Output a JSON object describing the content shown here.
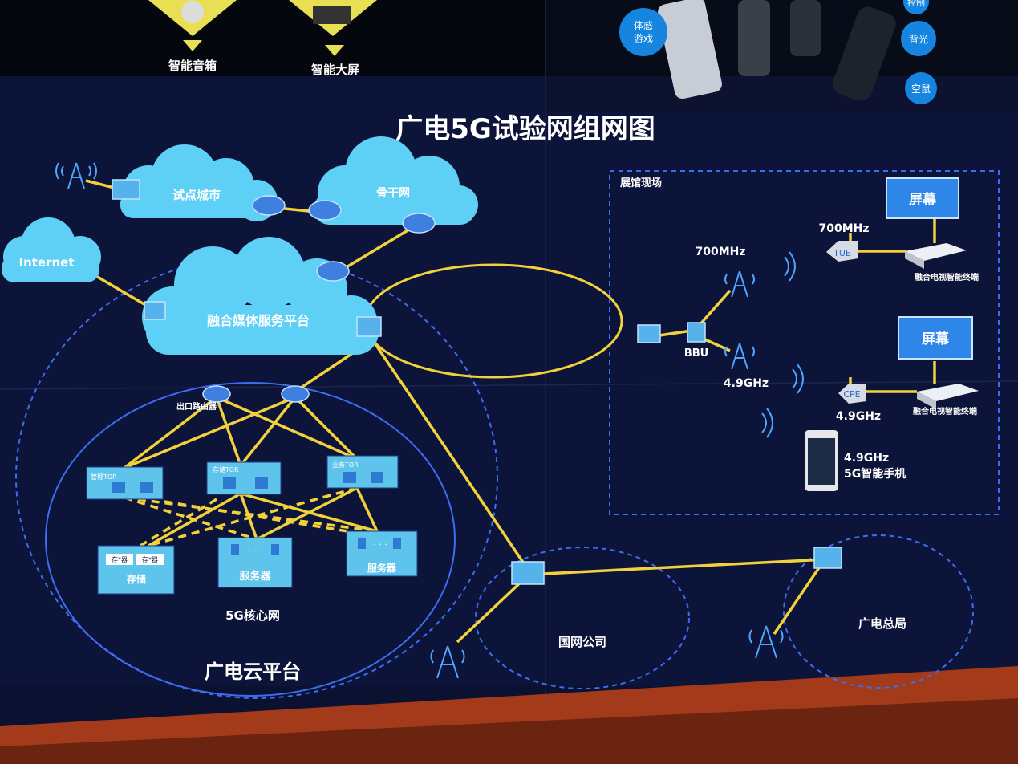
{
  "top_strip": {
    "left_items": [
      "智能音箱",
      "智能大屏"
    ],
    "right_items": [
      "体感\n游戏",
      "背光",
      "空鼠",
      "控制"
    ]
  },
  "title": "广电5G试验网组网图",
  "clouds": {
    "pilot_city": "试点城市",
    "backbone": "骨干网",
    "internet": "Internet",
    "media_platform": "融合媒体服务平台"
  },
  "core": {
    "exit_router": "出口路由器",
    "tor_mgmt": "管理TOR",
    "tor_storage": "存储TOR",
    "tor_business": "业务TOR",
    "storage": "存储",
    "storage_cells": [
      "存*器",
      "存*器"
    ],
    "server_1": "服务器",
    "server_2": "服务器",
    "core_net": "5G核心网",
    "cloud_platform": "广电云平台",
    "dots": "· · ·"
  },
  "exhibition": {
    "label": "展馆现场",
    "bbu": "BBU",
    "freq_700": "700MHz",
    "freq_700_2": "700MHz",
    "freq_49": "4.9GHz",
    "freq_49_cpe": "4.9GHz",
    "tue": "TUE",
    "cpe": "CPE",
    "screen_1": "屏幕",
    "screen_2": "屏幕",
    "terminal_1": "融合电视智能终端",
    "terminal_2": "融合电视智能终端",
    "phone_freq": "4.9GHz",
    "phone_label": "5G智能手机"
  },
  "bottom": {
    "operator": "国网公司",
    "hq": "广电总局"
  },
  "colors": {
    "background": "#0a0f24",
    "cloud": "#5fd0f5",
    "link": "#f2d13c",
    "ring": "#3d6df2"
  }
}
